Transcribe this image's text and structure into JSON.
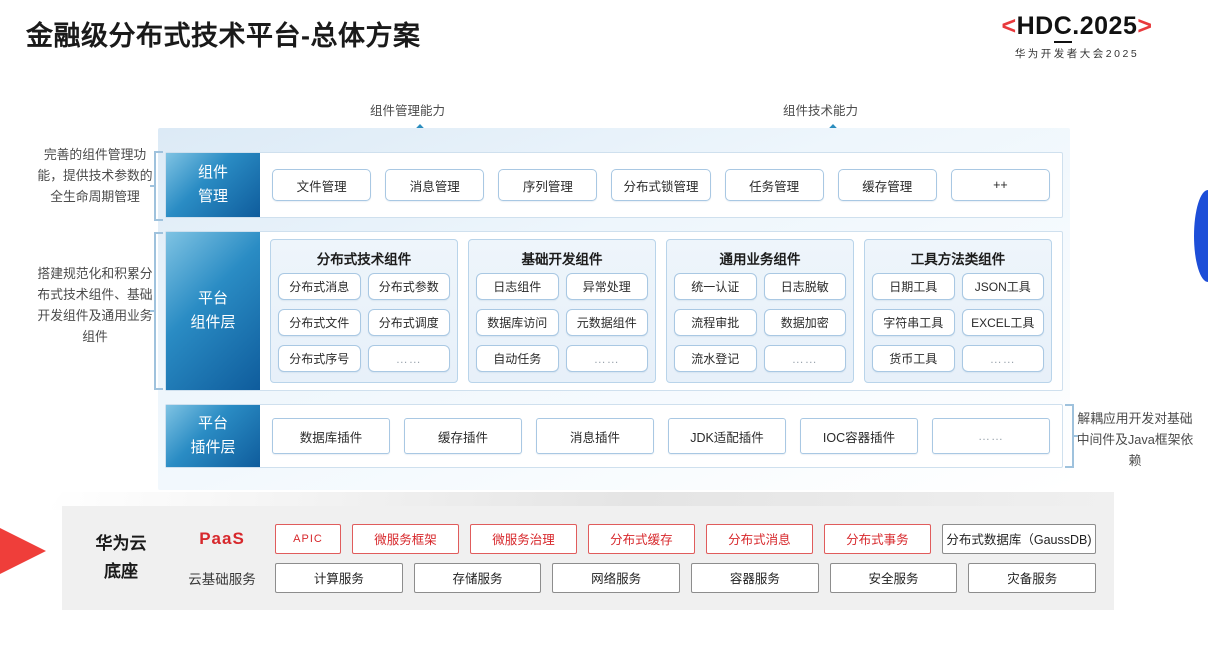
{
  "header": {
    "title": "金融级分布式技术平台-总体方案",
    "logo_main_left": "<",
    "logo_main_text1": "HD",
    "logo_main_text2": "C",
    "logo_main_text3": ".2025",
    "logo_main_right": ">",
    "logo_sub": "华为开发者大会2025"
  },
  "arrows": [
    {
      "label": "组件管理能力"
    },
    {
      "label": "组件技术能力"
    }
  ],
  "notes": {
    "left_top": "完善的组件管理功能，提供技术参数的全生命周期管理",
    "left_bottom": "搭建规范化和积累分布式技术组件、基础开发组件及通用业务组件",
    "right": "解耦应用开发对基础中间件及Java框架依赖"
  },
  "layers": {
    "management": {
      "label_line1": "组件",
      "label_line2": "管理",
      "items": [
        "文件管理",
        "消息管理",
        "序列管理",
        "分布式锁管理",
        "任务管理",
        "缓存管理",
        "++"
      ]
    },
    "component": {
      "label_line1": "平台",
      "label_line2": "组件层",
      "groups": [
        {
          "title": "分布式技术组件",
          "items": [
            "分布式消息",
            "分布式参数",
            "分布式文件",
            "分布式调度",
            "分布式序号",
            "……"
          ]
        },
        {
          "title": "基础开发组件",
          "items": [
            "日志组件",
            "异常处理",
            "数据库访问",
            "元数据组件",
            "自动任务",
            "……"
          ]
        },
        {
          "title": "通用业务组件",
          "items": [
            "统一认证",
            "日志脱敏",
            "流程审批",
            "数据加密",
            "流水登记",
            "……"
          ]
        },
        {
          "title": "工具方法类组件",
          "items": [
            "日期工具",
            "JSON工具",
            "字符串工具",
            "EXCEL工具",
            "货币工具",
            "……"
          ]
        }
      ]
    },
    "plugin": {
      "label_line1": "平台",
      "label_line2": "插件层",
      "items": [
        "数据库插件",
        "缓存插件",
        "消息插件",
        "JDK适配插件",
        "IOC容器插件",
        "……"
      ]
    }
  },
  "base": {
    "title_line1": "华为云",
    "title_line2": "底座",
    "paas_label": "PaaS",
    "paas_items": [
      "APIC",
      "微服务框架",
      "微服务治理",
      "分布式缓存",
      "分布式消息",
      "分布式事务"
    ],
    "paas_gray_item": "分布式数据库（GaussDB)",
    "cloud_label": "云基础服务",
    "cloud_items": [
      "计算服务",
      "存储服务",
      "网络服务",
      "容器服务",
      "安全服务",
      "灾备服务"
    ]
  },
  "colors": {
    "brand_red": "#d7282c",
    "layer_blue": "#0f5c9c",
    "accent_blue": "#1d4ed8",
    "panel_gray": "#f0f0f0"
  }
}
